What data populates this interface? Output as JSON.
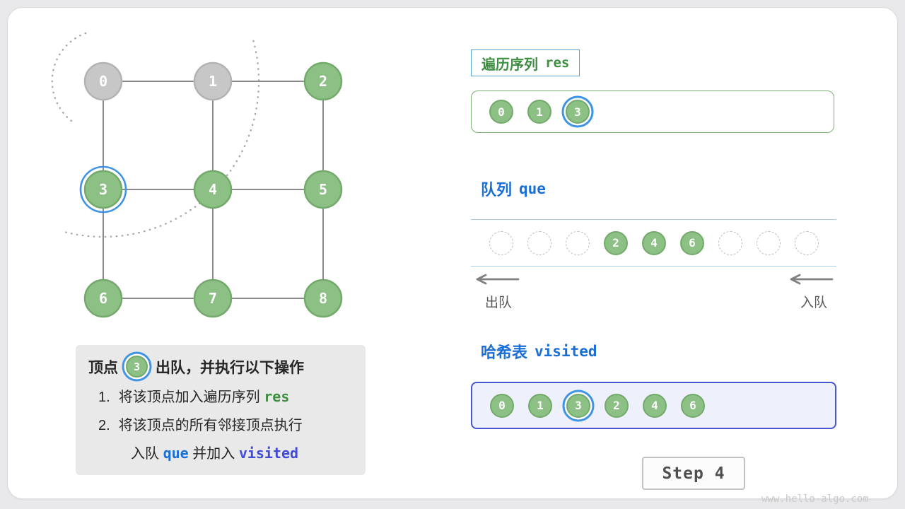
{
  "graph": {
    "nodes": [
      {
        "label": "0",
        "state": "gray"
      },
      {
        "label": "1",
        "state": "gray"
      },
      {
        "label": "2",
        "state": "green"
      },
      {
        "label": "3",
        "state": "green",
        "highlight": true
      },
      {
        "label": "4",
        "state": "green"
      },
      {
        "label": "5",
        "state": "green"
      },
      {
        "label": "6",
        "state": "green"
      },
      {
        "label": "7",
        "state": "green"
      },
      {
        "label": "8",
        "state": "green"
      }
    ],
    "edges": [
      [
        0,
        1
      ],
      [
        1,
        2
      ],
      [
        3,
        4
      ],
      [
        4,
        5
      ],
      [
        6,
        7
      ],
      [
        7,
        8
      ],
      [
        0,
        3
      ],
      [
        1,
        4
      ],
      [
        2,
        5
      ],
      [
        3,
        6
      ],
      [
        4,
        7
      ],
      [
        5,
        8
      ]
    ]
  },
  "info_box": {
    "prefix": "顶点",
    "node": "3",
    "suffix": "出队，并执行以下操作",
    "step1_num": "1.",
    "step1_text": "将该顶点加入遍历序列",
    "step1_code": "res",
    "step2_num": "2.",
    "step2_text": "将该顶点的所有邻接顶点执行",
    "step3_pre": "入队",
    "step3_code1": "que",
    "step3_mid": "并加入",
    "step3_code2": "visited"
  },
  "res_panel": {
    "label_cn": "遍历序列",
    "label_code": "res",
    "items": [
      "0",
      "1",
      "3"
    ],
    "highlight_index": 2
  },
  "queue_panel": {
    "label_cn": "队列",
    "label_code": "que",
    "slots": [
      "",
      "",
      "",
      "2",
      "4",
      "6",
      "",
      "",
      ""
    ],
    "dequeue_label": "出队",
    "enqueue_label": "入队"
  },
  "visited_panel": {
    "label_cn": "哈希表",
    "label_code": "visited",
    "items": [
      "0",
      "1",
      "3",
      "2",
      "4",
      "6"
    ],
    "highlight_index": 2
  },
  "step_badge": "Step 4",
  "watermark": "www.hello-algo.com",
  "colors": {
    "green_fill": "#8cc084",
    "green_border": "#73aa6b",
    "gray_fill": "#c7c7c7",
    "gray_border": "#b3b3b3",
    "hl": "#4094e4",
    "blue": "#1a6fd6",
    "indigo": "#4049d8",
    "label_green": "#3e8e41",
    "queue_line": "#accfe9",
    "visited_border": "#4a55d2",
    "visited_bg": "#eef0fb",
    "edge": "#8a8a8a",
    "res_border": "#58a6cf",
    "res_panel_border": "#79b271"
  }
}
